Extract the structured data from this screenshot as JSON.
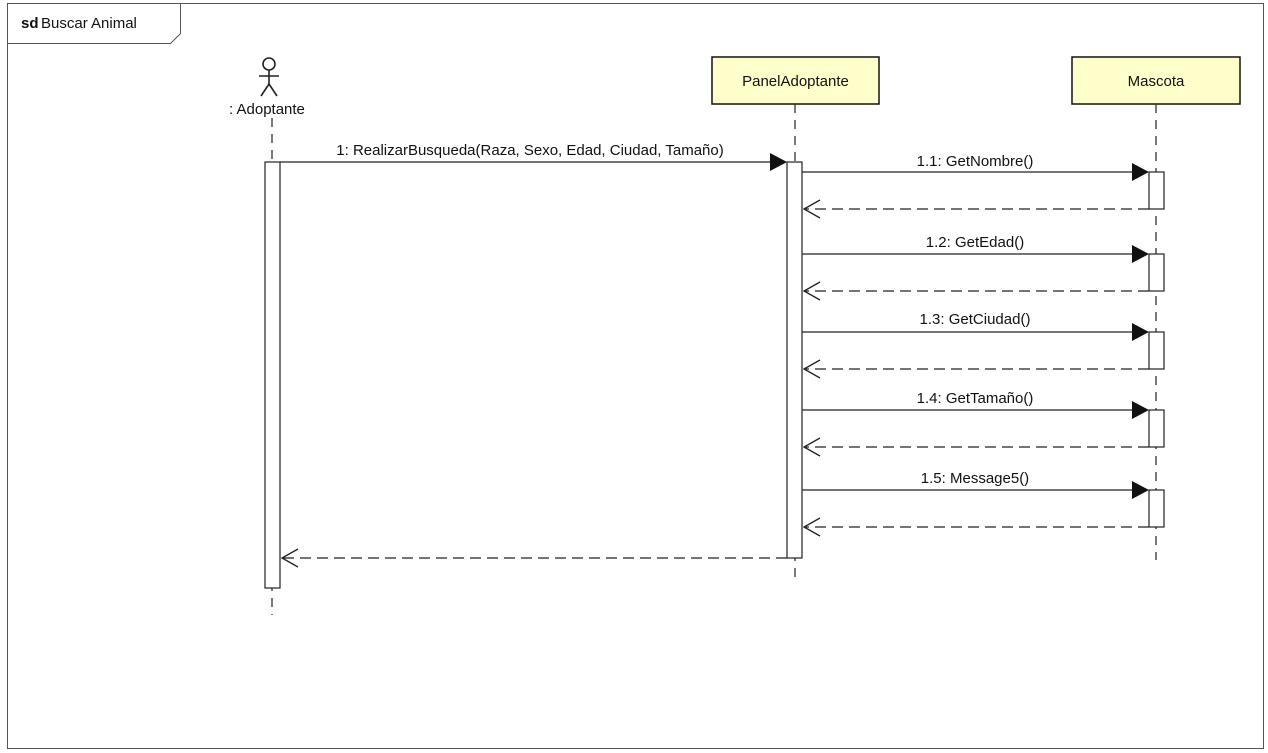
{
  "frame": {
    "keyword": "sd",
    "name": "Buscar Animal"
  },
  "lifelines": [
    {
      "id": "adoptante",
      "kind": "actor",
      "label": ": Adoptante"
    },
    {
      "id": "panel",
      "kind": "object",
      "label": "PanelAdoptante"
    },
    {
      "id": "mascota",
      "kind": "object",
      "label": "Mascota"
    }
  ],
  "messages": [
    {
      "label": "1: RealizarBusqueda(Raza, Sexo, Edad, Ciudad, Tamaño)",
      "from": "adoptante",
      "to": "panel",
      "type": "sync"
    },
    {
      "label": "1.1: GetNombre()",
      "from": "panel",
      "to": "mascota",
      "type": "sync"
    },
    {
      "label": "",
      "from": "mascota",
      "to": "panel",
      "type": "return"
    },
    {
      "label": "1.2: GetEdad()",
      "from": "panel",
      "to": "mascota",
      "type": "sync"
    },
    {
      "label": "",
      "from": "mascota",
      "to": "panel",
      "type": "return"
    },
    {
      "label": "1.3: GetCiudad()",
      "from": "panel",
      "to": "mascota",
      "type": "sync"
    },
    {
      "label": "",
      "from": "mascota",
      "to": "panel",
      "type": "return"
    },
    {
      "label": "1.4: GetTamaño()",
      "from": "panel",
      "to": "mascota",
      "type": "sync"
    },
    {
      "label": "",
      "from": "mascota",
      "to": "panel",
      "type": "return"
    },
    {
      "label": "1.5: Message5()",
      "from": "panel",
      "to": "mascota",
      "type": "sync"
    },
    {
      "label": "",
      "from": "mascota",
      "to": "panel",
      "type": "return"
    },
    {
      "label": "",
      "from": "panel",
      "to": "adoptante",
      "type": "return"
    }
  ]
}
